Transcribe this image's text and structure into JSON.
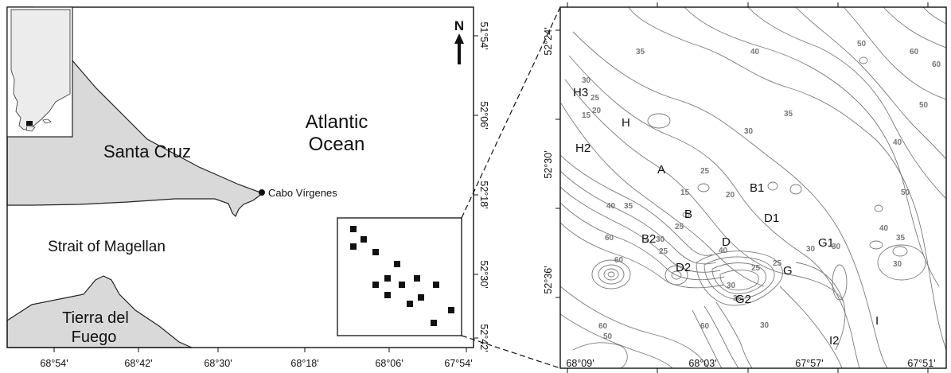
{
  "left_map": {
    "x_ticks": [
      "68°54'",
      "68°42'",
      "68°30'",
      "68°18'",
      "68°06'",
      "67°54'"
    ],
    "y_ticks": [
      "51°54'",
      "52°06'",
      "52°18'",
      "52°30'",
      "52°42'"
    ],
    "labels": {
      "ocean": [
        "Atlantic",
        "Ocean"
      ],
      "santa_cruz": "Santa Cruz",
      "strait": "Strait of Magellan",
      "tierra": [
        "Tierra del",
        "Fuego"
      ],
      "cabo": "Cabo Vírgenes",
      "north": "N"
    },
    "colors": {
      "land": "#d9d9d9",
      "inset_land": "#ececec"
    }
  },
  "right_map": {
    "x_ticks": [
      "68°09'",
      "68°03'",
      "67°57'",
      "67°51'"
    ],
    "y_ticks": [
      "52°24'",
      "52°30'",
      "52°36'"
    ],
    "sites": [
      "H3",
      "H",
      "H2",
      "A",
      "B1",
      "B",
      "D1",
      "B2",
      "D",
      "G1",
      "D2",
      "G",
      "G2",
      "I",
      "I2"
    ],
    "contour_labels": [
      "35",
      "40",
      "50",
      "60",
      "30",
      "25",
      "20",
      "15",
      "35",
      "30",
      "40",
      "25",
      "15",
      "20",
      "40",
      "35",
      "60",
      "25",
      "30",
      "25",
      "30",
      "50",
      "35",
      "40",
      "50",
      "60",
      "60",
      "30",
      "40",
      "25",
      "30",
      "35",
      "60",
      "60",
      "50",
      "30",
      "25",
      "30"
    ]
  }
}
